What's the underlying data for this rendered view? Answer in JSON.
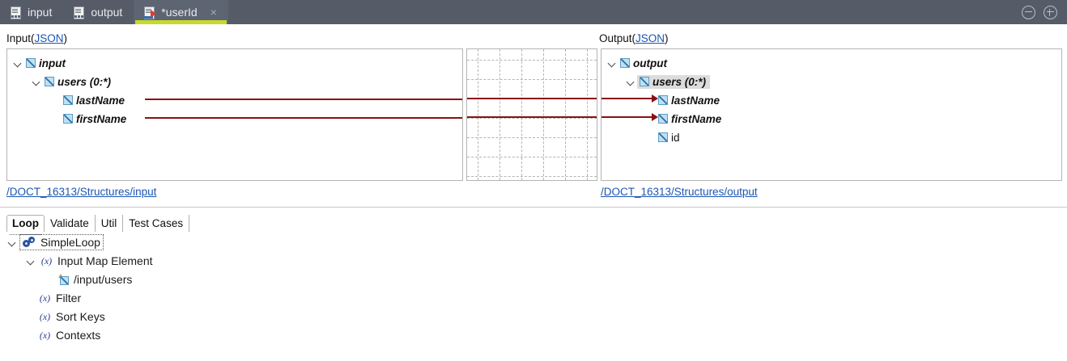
{
  "window": {
    "tabs": [
      {
        "label": "input",
        "icon": "document-icon",
        "active": false,
        "closable": false
      },
      {
        "label": "output",
        "icon": "document-icon",
        "active": false,
        "closable": false
      },
      {
        "label": "*userId",
        "icon": "mapping-run-icon",
        "active": true,
        "closable": true
      }
    ],
    "close_glyph": "×",
    "controls": [
      {
        "name": "minimize-button",
        "glyph": "minus"
      },
      {
        "name": "maximize-button",
        "glyph": "plus"
      }
    ]
  },
  "input_panel": {
    "title": "Input",
    "format_link": "JSON",
    "paren_open": "(",
    "paren_close": ")",
    "path_link": "/DOCT_16313/Structures/input",
    "tree": [
      {
        "label": "input",
        "indent": 0,
        "twisty": "expanded",
        "style": "bold-italic",
        "icon": "xsd-element-icon"
      },
      {
        "label": "users (0:*)",
        "indent": 1,
        "twisty": "expanded",
        "style": "bold-italic",
        "icon": "xsd-element-icon"
      },
      {
        "label": "lastName",
        "indent": 2,
        "twisty": "none",
        "style": "bold-italic",
        "icon": "xsd-element-icon",
        "mapped": true
      },
      {
        "label": "firstName",
        "indent": 2,
        "twisty": "none",
        "style": "bold-italic",
        "icon": "xsd-element-icon",
        "mapped": true
      }
    ]
  },
  "output_panel": {
    "title": "Output",
    "format_link": "JSON",
    "paren_open": "(",
    "paren_close": ")",
    "path_link": "/DOCT_16313/Structures/output",
    "tree": [
      {
        "label": "output",
        "indent": 0,
        "twisty": "expanded",
        "style": "bold-italic",
        "icon": "xsd-element-icon",
        "selected": false
      },
      {
        "label": "users (0:*)",
        "indent": 1,
        "twisty": "expanded",
        "style": "bold-italic",
        "icon": "xsd-element-icon",
        "selected": true
      },
      {
        "label": "lastName",
        "indent": 2,
        "twisty": "none",
        "style": "bold-italic",
        "icon": "xsd-element-icon",
        "mapped": true
      },
      {
        "label": "firstName",
        "indent": 2,
        "twisty": "none",
        "style": "bold-italic",
        "icon": "xsd-element-icon",
        "mapped": true
      },
      {
        "label": "id",
        "indent": 2,
        "twisty": "none",
        "style": "normal",
        "icon": "xsd-element-icon",
        "mapped": false
      }
    ]
  },
  "mapping_grid": {
    "line_color": "#8b0f12",
    "grid_color": "#b5b5b5",
    "links": [
      {
        "from": "lastName",
        "to": "lastName"
      },
      {
        "from": "firstName",
        "to": "firstName"
      }
    ]
  },
  "bottom": {
    "tabs": [
      {
        "label": "Loop",
        "active": true
      },
      {
        "label": "Validate",
        "active": false
      },
      {
        "label": "Util",
        "active": false
      },
      {
        "label": "Test Cases",
        "active": false
      }
    ],
    "tree": [
      {
        "label": "SimpleLoop",
        "indent": 0,
        "twisty": "expanded",
        "icon": "gears-icon",
        "focused": true
      },
      {
        "label": "Input Map Element",
        "indent": 1,
        "twisty": "expanded",
        "icon": "fx-icon",
        "focused": false
      },
      {
        "label": "/input/users",
        "indent": 2,
        "twisty": "none",
        "icon": "map-element-icon",
        "focused": false
      },
      {
        "label": "Filter",
        "indent": 1,
        "twisty": "none",
        "icon": "fx-icon",
        "focused": false
      },
      {
        "label": "Sort Keys",
        "indent": 1,
        "twisty": "none",
        "icon": "fx-icon",
        "focused": false
      },
      {
        "label": "Contexts",
        "indent": 1,
        "twisty": "none",
        "icon": "fx-icon",
        "focused": false
      }
    ]
  },
  "colors": {
    "tabbar_bg": "#555c68",
    "active_tab_underline": "#c7d92c",
    "link": "#1b55b3",
    "mapping_line": "#8b0f12",
    "selection": "#dcdcdc"
  }
}
